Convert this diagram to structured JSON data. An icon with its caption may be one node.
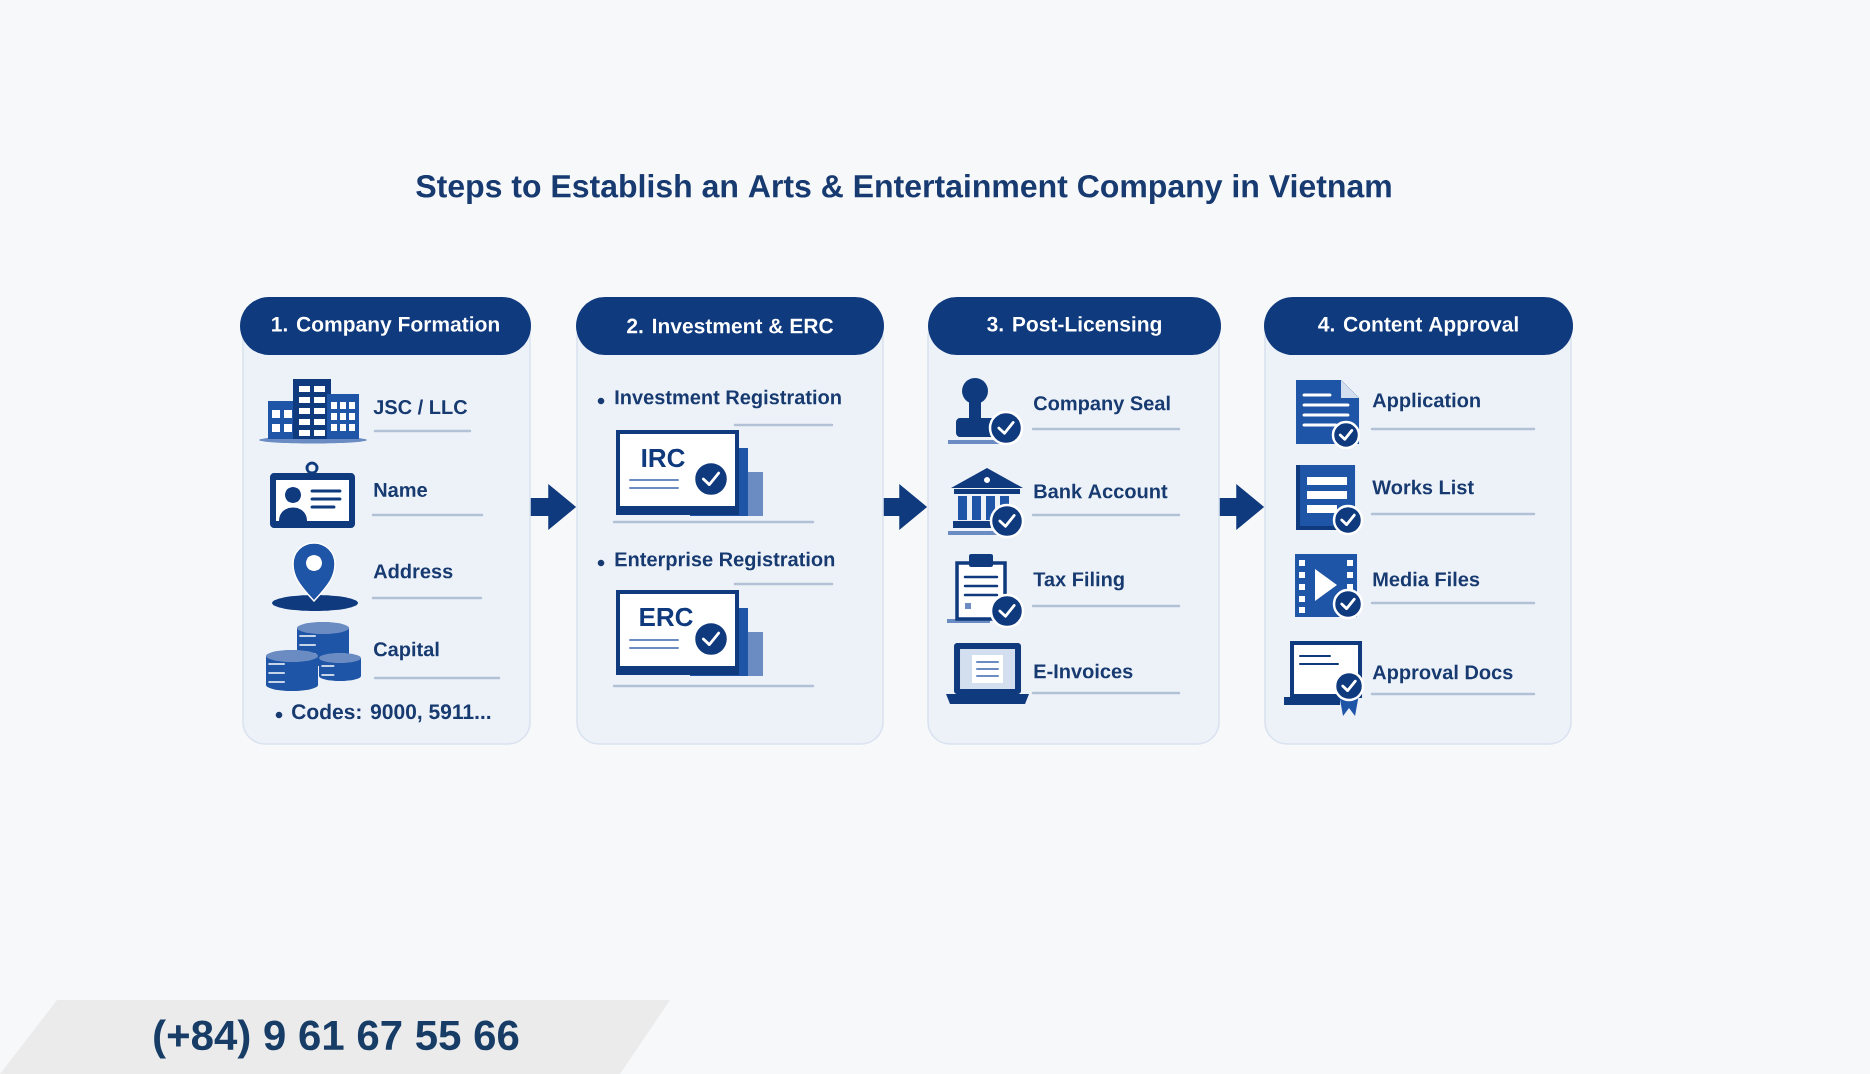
{
  "diagram": {
    "title": "Steps to Establish an Arts & Entertainment Company in Vietnam",
    "nodes": [
      {
        "text": [
          "1. Company Formation",
          "JSC / LLC",
          "Name",
          "Address",
          "Capital",
          "Codes: 9000, 5911..."
        ]
      },
      {
        "text": [
          "2. Investment & ERC",
          "Investment Registration",
          "IRC",
          "Enterprise Registration",
          "ERC"
        ]
      },
      {
        "text": [
          "3. Post-Licensing",
          "Company Seal",
          "Bank Account",
          "Tax Filing",
          "E-Invoices"
        ]
      },
      {
        "text": [
          "4. Content Approval",
          "Application",
          "Works List",
          "Media Files",
          "Approval Docs"
        ]
      }
    ],
    "edges": [
      {
        "from": 0,
        "to": 1,
        "arrow": "to"
      },
      {
        "from": 1,
        "to": 2,
        "arrow": "to"
      },
      {
        "from": 2,
        "to": 3,
        "arrow": "to"
      }
    ],
    "labels": [
      "(+84) 9 61 67 55 66"
    ]
  }
}
